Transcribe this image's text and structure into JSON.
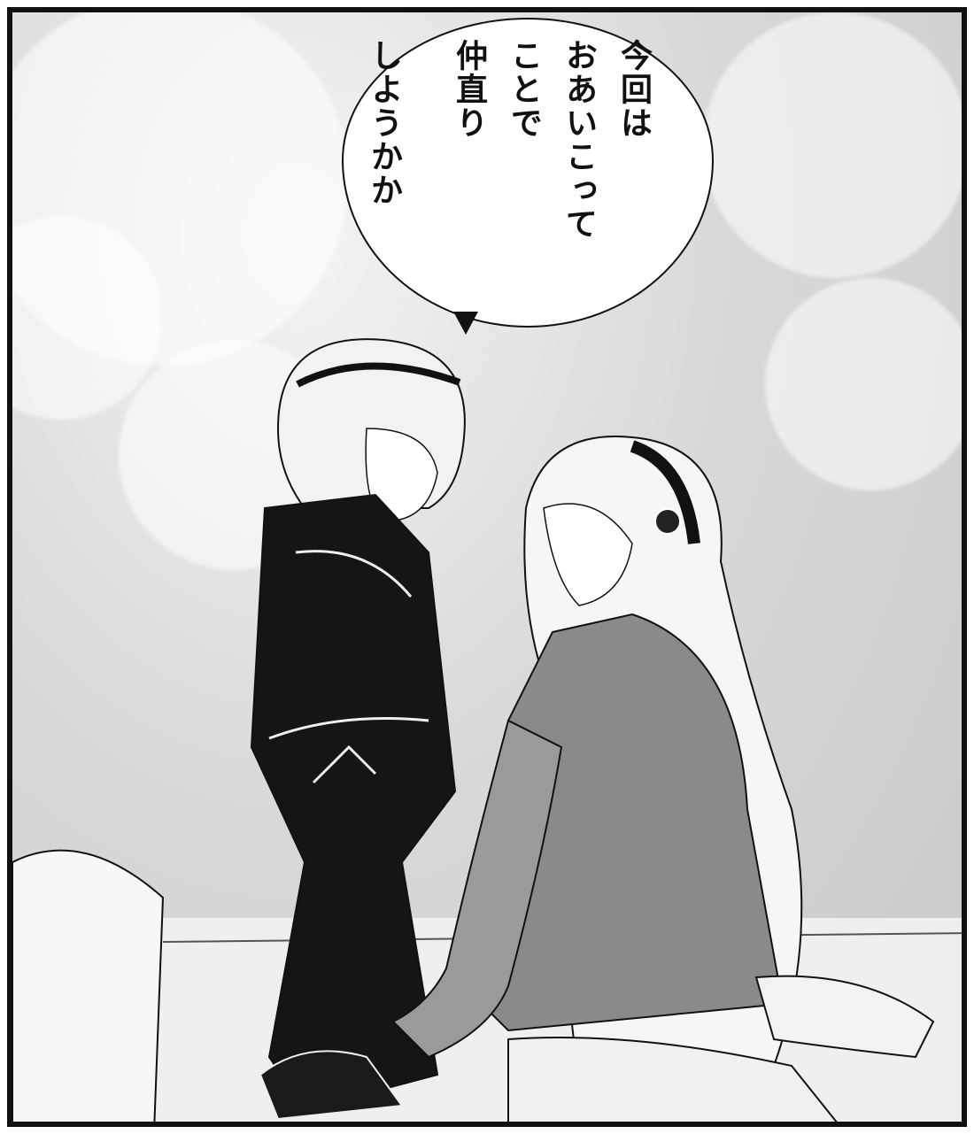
{
  "panel": {
    "speech_bubble": {
      "lines": [
        "今回は",
        "おあいこって",
        "ことで",
        "仲直り",
        "しようか"
      ],
      "line_extra": "か"
    }
  },
  "colors": {
    "ink": "#111111",
    "background": "#d9d9d9",
    "paper": "#ffffff"
  }
}
